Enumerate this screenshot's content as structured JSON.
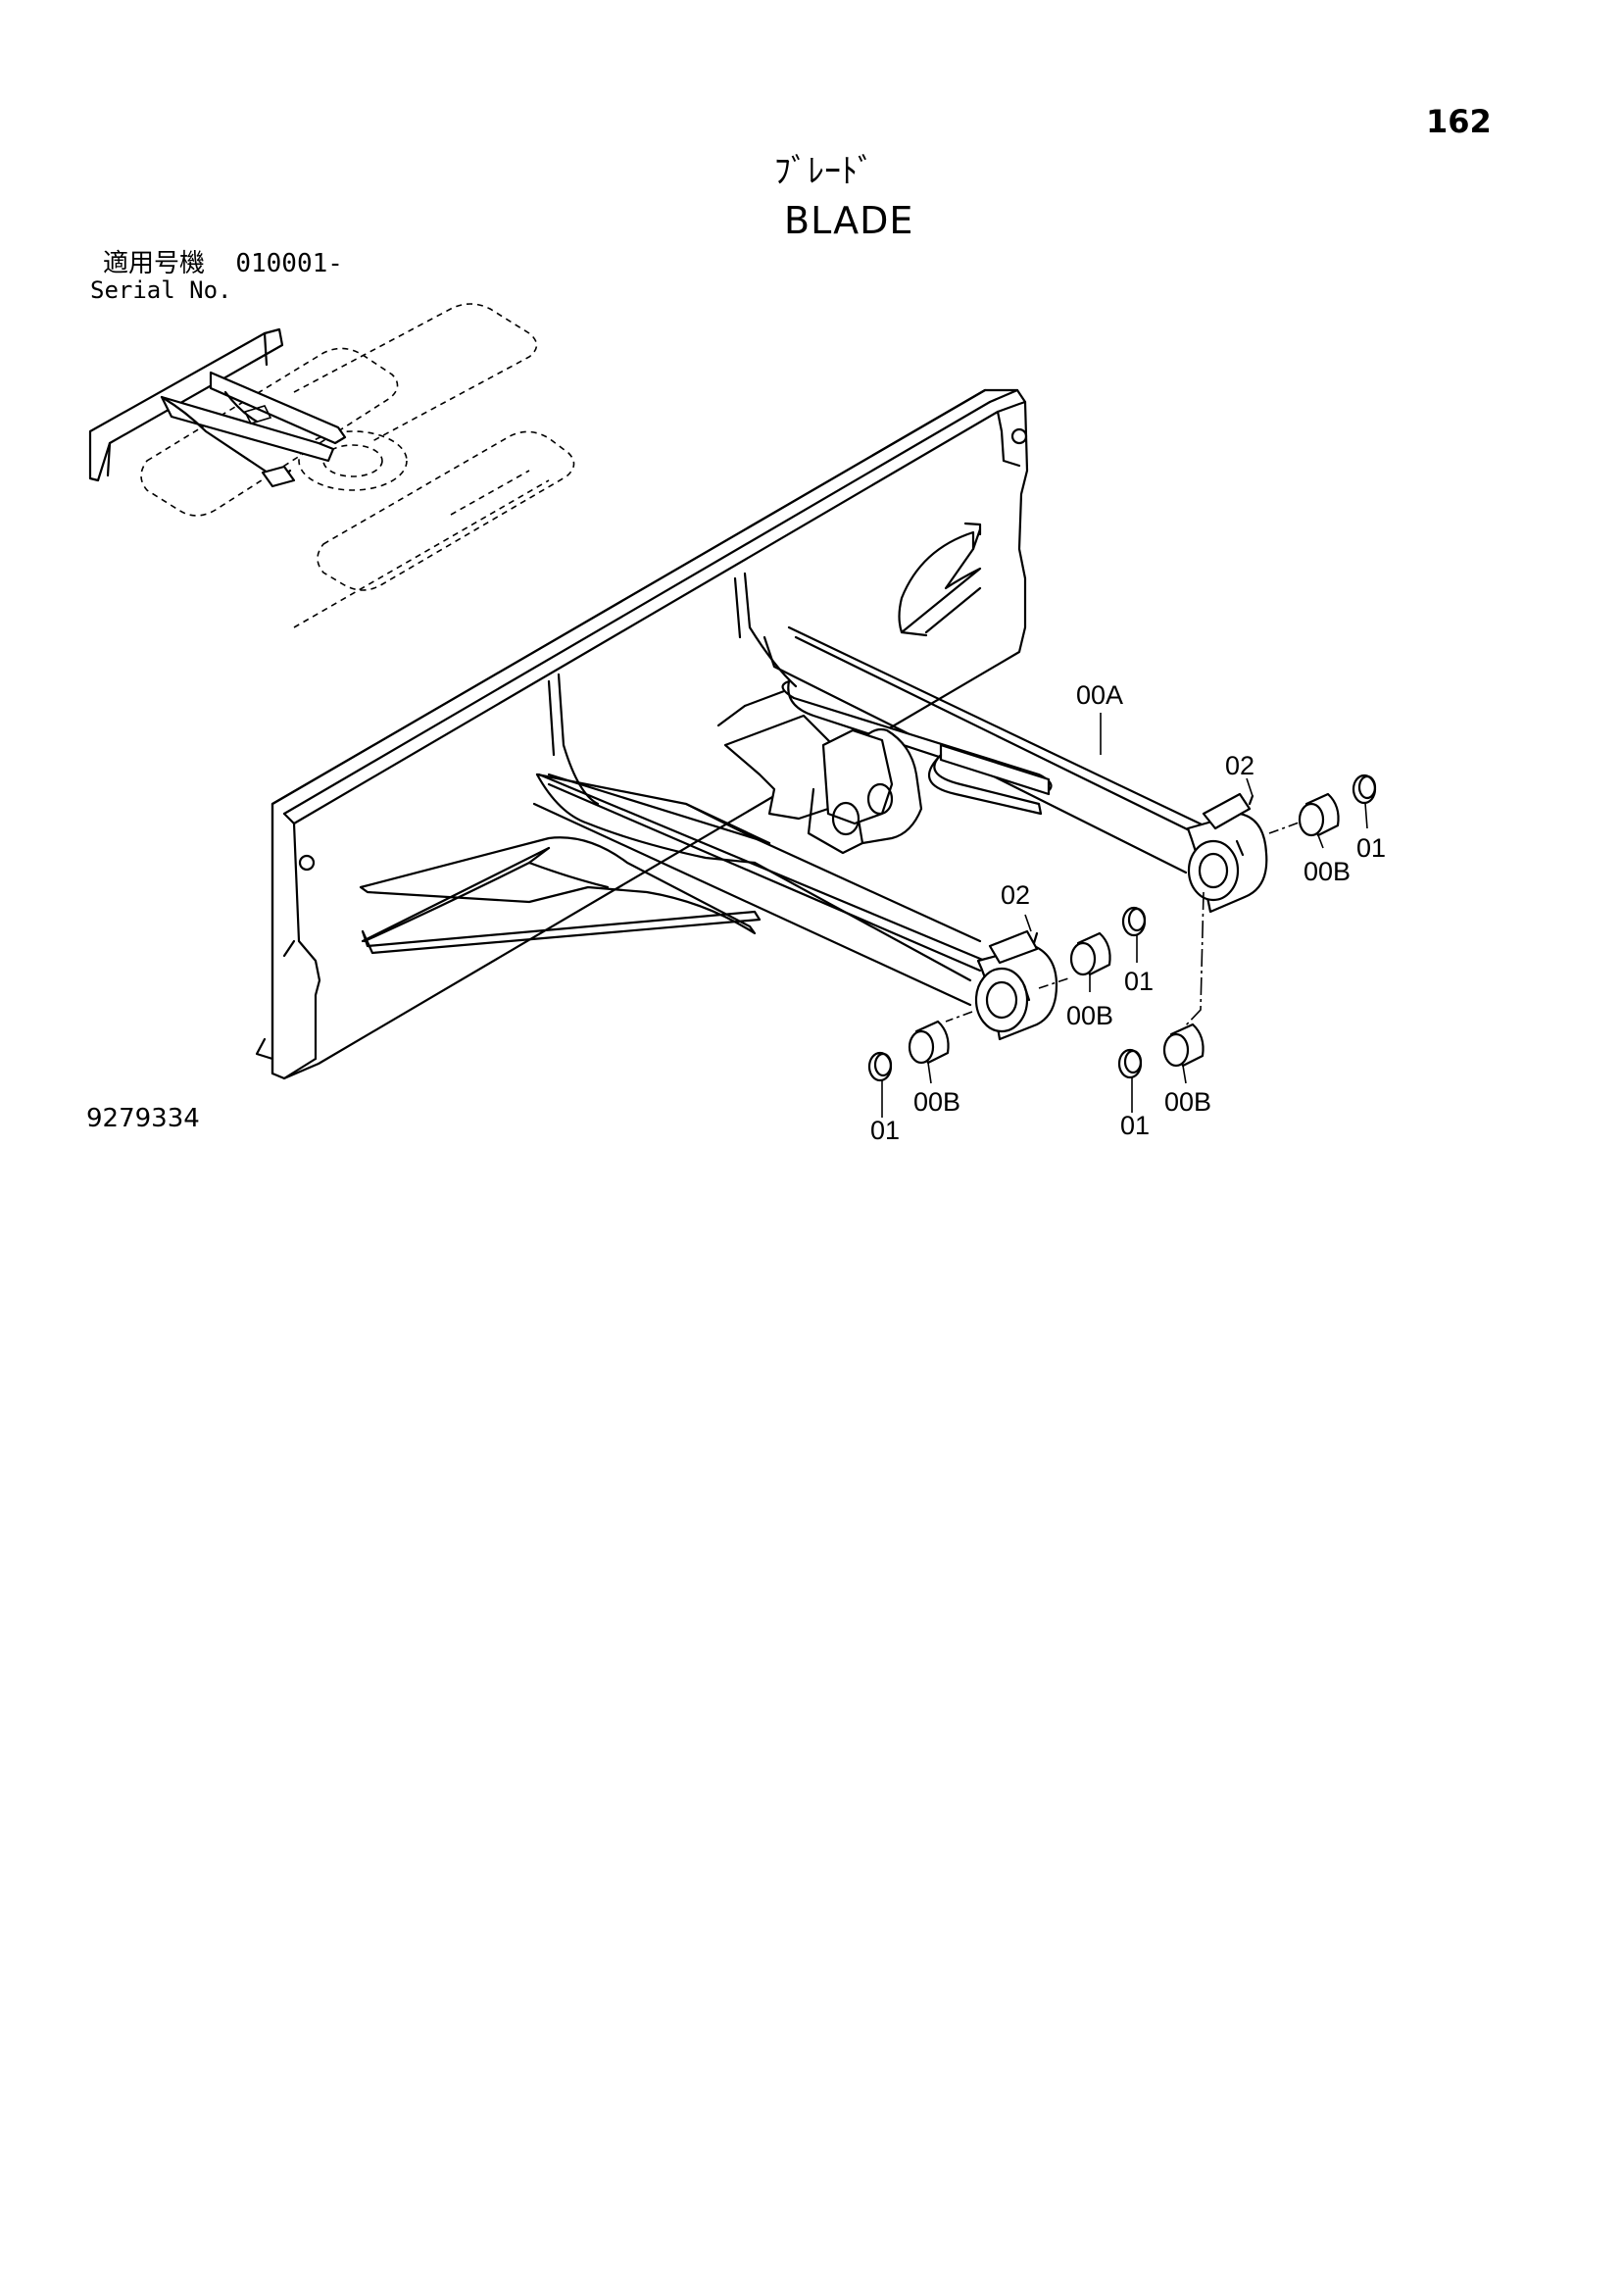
{
  "page_number": "162",
  "title_jp": "ﾌﾞﾚｰﾄﾞ",
  "title_en": "BLADE",
  "serial": {
    "label_jp": "適用号機",
    "value": "010001-",
    "label_en": "Serial No."
  },
  "drawing_number": "9279334",
  "callouts": {
    "arm": "00A",
    "pin_upper": "02",
    "bushing_upper": "00B",
    "ring_upper": "01",
    "pin_lower": "02",
    "bushing_mid": "00B",
    "ring_mid": "01",
    "ring_left": "01",
    "bushing_left": "00B",
    "ring_right": "01",
    "bushing_right": "00B"
  }
}
